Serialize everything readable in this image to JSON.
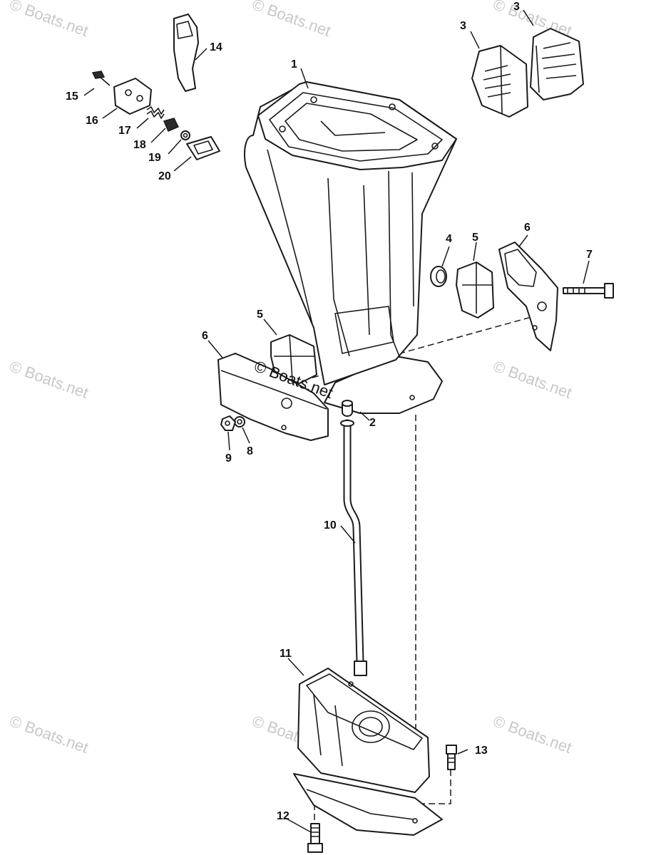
{
  "watermark": {
    "text": "© Boats.net",
    "center_text": "© Boats.net"
  },
  "callouts": {
    "c1": "1",
    "c2": "2",
    "c3a": "3",
    "c3b": "3",
    "c4": "4",
    "c5a": "5",
    "c5b": "5",
    "c6a": "6",
    "c6b": "6",
    "c7": "7",
    "c8": "8",
    "c9": "9",
    "c10": "10",
    "c11": "11",
    "c12": "12",
    "c13": "13",
    "c14": "14",
    "c15": "15",
    "c16": "16",
    "c17": "17",
    "c18": "18",
    "c19": "19",
    "c20": "20"
  },
  "colors": {
    "line": "#1a1a1a",
    "watermark": "#c8c8c8",
    "background": "#ffffff"
  }
}
